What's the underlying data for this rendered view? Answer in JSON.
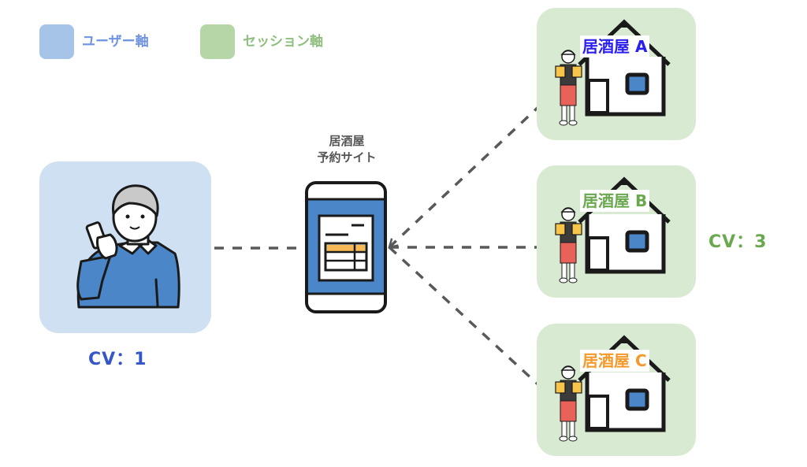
{
  "legend": [
    {
      "label": "ユーザー軸",
      "swatch_color": "#a6c4e8",
      "text_color": "#6f93e0"
    },
    {
      "label": "セッション軸",
      "swatch_color": "#b7d6a8",
      "text_color": "#8fbf7e"
    }
  ],
  "user": {
    "icon": "person-on-phone-icon",
    "panel_color": "#cfe0f2",
    "cv_text": "CV：1",
    "cv_color": "#3556c6"
  },
  "site": {
    "label_line1": "居酒屋",
    "label_line2": "予約サイト",
    "icon": "smartphone-reservation-icon",
    "screen_color": "#4a86c8",
    "highlight_color": "#f7b955"
  },
  "stores": [
    {
      "label": "居酒屋 A",
      "color": "#2b1ef0"
    },
    {
      "label": "居酒屋 B",
      "color": "#6aa84f"
    },
    {
      "label": "居酒屋 C",
      "color": "#f39a2b"
    }
  ],
  "session": {
    "panel_color": "#d9ead3",
    "cv_text": "CV：3",
    "cv_color": "#6aa84f"
  },
  "arrow_color": "#595959"
}
